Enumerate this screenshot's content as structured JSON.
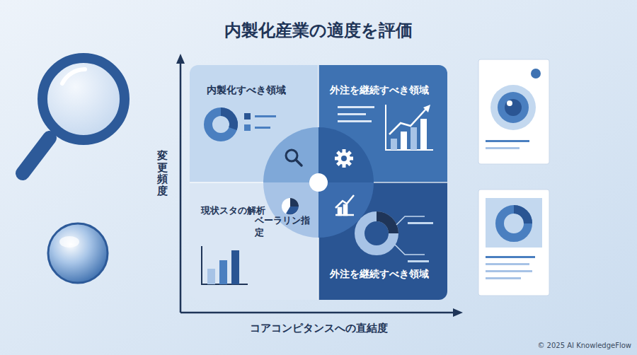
{
  "diagram": {
    "title": "内製化産業の適度を評価",
    "nodes": [
      {
        "text": [
          "内製化すべき領域"
        ]
      },
      {
        "text": [
          "外注を継続すべき領域"
        ]
      },
      {
        "text": [
          "現状スタの解析",
          "ベーラリン指定"
        ]
      },
      {
        "text": [
          "外注を継続すべき領域"
        ]
      }
    ],
    "labels": [
      "変更頻度",
      "コアコンピタンスへの直結度",
      "© 2025 AI KnowledgeFlow"
    ]
  }
}
